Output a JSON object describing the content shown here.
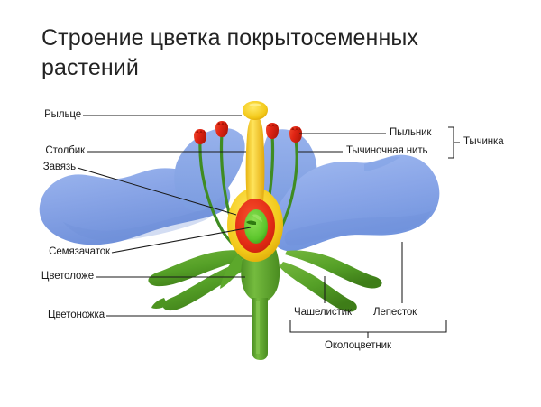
{
  "title": "Строение цветка покрытосеменных растений",
  "diagram": {
    "subject": "flower-structure-angiosperms",
    "labels_left": [
      {
        "id": "stigma",
        "text": "Рыльце"
      },
      {
        "id": "style",
        "text": "Столбик"
      },
      {
        "id": "ovary",
        "text": "Завязь"
      },
      {
        "id": "ovule",
        "text": "Семязачаток"
      },
      {
        "id": "receptacle",
        "text": "Цветоложе"
      },
      {
        "id": "pedicel",
        "text": "Цветоножка"
      }
    ],
    "labels_right": [
      {
        "id": "anther",
        "text": "Пыльник"
      },
      {
        "id": "filament",
        "text": "Тычиночная нить"
      }
    ],
    "labels_bottom": [
      {
        "id": "sepal",
        "text": "Чашелистик"
      },
      {
        "id": "petal",
        "text": "Лепесток"
      }
    ],
    "group_labels": [
      {
        "id": "stamen",
        "text": "Тычинка"
      },
      {
        "id": "perianth",
        "text": "Околоцветник"
      }
    ],
    "colors": {
      "petal_blue": "#7f9ee2",
      "petal_blue_light": "#9fb8ee",
      "sepal_green": "#5aa02c",
      "sepal_green_dark": "#3f7d1c",
      "stem_green": "#63a830",
      "pistil_yellow": "#f5d020",
      "pistil_yellow_dark": "#e0a800",
      "ovary_red": "#e8321e",
      "ovule_green": "#63c832",
      "anther_red": "#e32a18",
      "filament_green": "#3f8c22",
      "leader_line": "#1a1a1a",
      "text": "#1a1a1a",
      "title_text": "#232323",
      "background": "#ffffff"
    }
  }
}
